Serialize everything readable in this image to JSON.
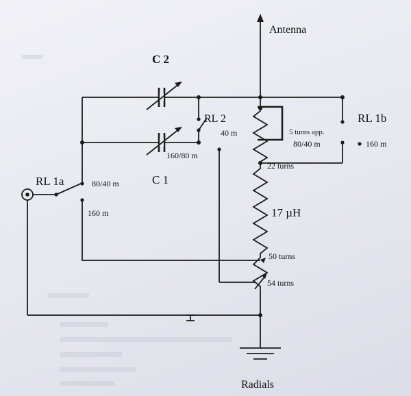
{
  "labels": {
    "antenna": "Antenna",
    "c2": "C 2",
    "c1": "C 1",
    "rl2": "RL 2",
    "rl2_40m": "40 m",
    "c1_range": "160/80 m",
    "turns5": "5 turns app.",
    "rl1b_8040": "80/40 m",
    "rl1b": "RL 1b",
    "rl1b_160": "160 m",
    "turns22": "22 turns",
    "inductance": "17 µH",
    "rl1a": "RL 1a",
    "rl1a_8040": "80/40 m",
    "rl1a_160": "160 m",
    "turns50": "50 turns",
    "turns54": "54 turns",
    "radials": "Radials"
  },
  "colors": {
    "ink": "#1c1c1c",
    "paper": "#e9eaf1"
  }
}
